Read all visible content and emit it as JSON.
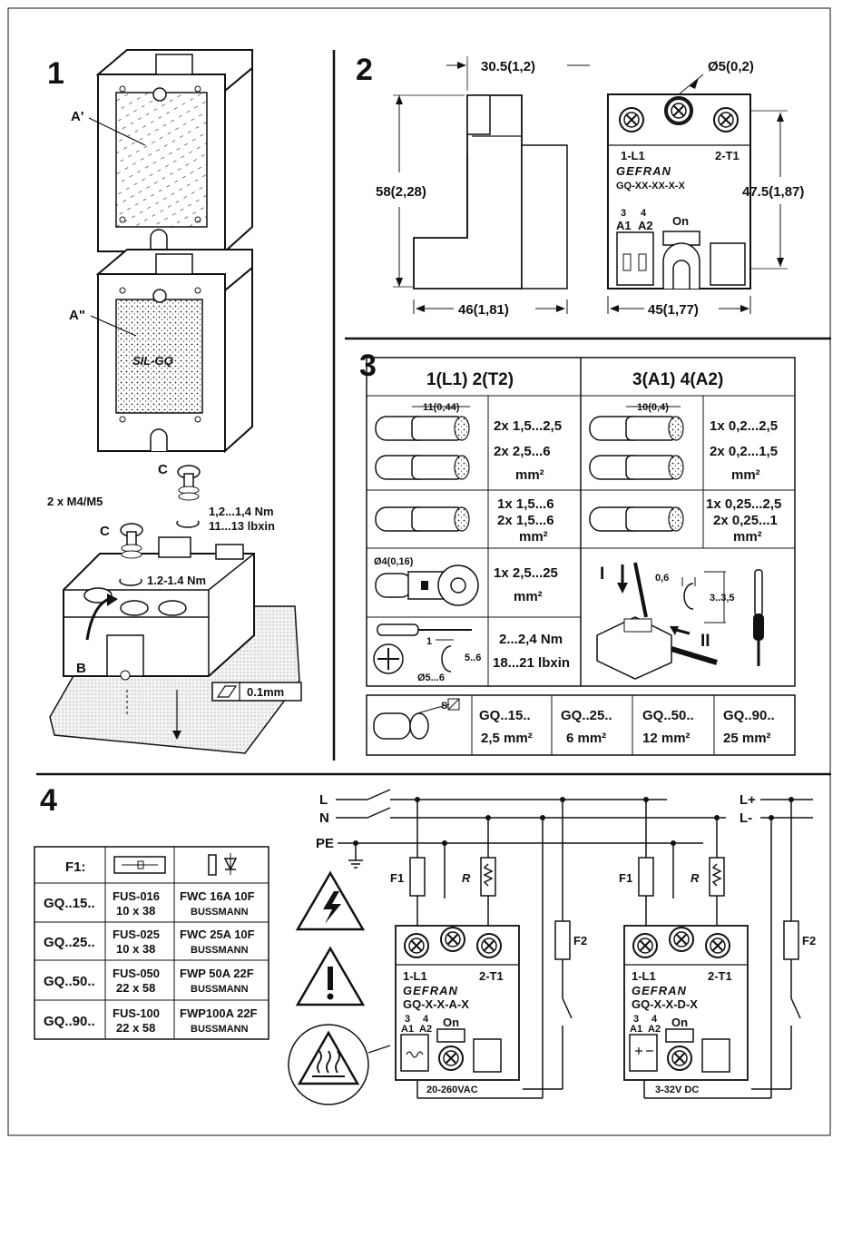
{
  "sections": {
    "s1": {
      "number": "1",
      "labels": {
        "a_prime": "A'",
        "a_dblprime": "A\"",
        "sil": "SIL-GQ",
        "c_top": "C",
        "c_left": "C",
        "screws": "2 x M4/M5",
        "torque_nm": "1,2...1,4 Nm",
        "torque_lbin": "11...13 lbxin",
        "torque_small": "1.2-1.4 Nm",
        "b": "B",
        "flatness": "0.1mm"
      }
    },
    "s2": {
      "number": "2",
      "dims": {
        "top_width": "30.5(1,2)",
        "height": "58(2,28)",
        "bottom_width": "46(1,81)",
        "hole": "Ø5(0,2)",
        "right_height": "47.5(1,87)",
        "front_width": "45(1,77)"
      },
      "device": {
        "term1": "1-L1",
        "term2": "2-T1",
        "brand": "GEFRAN",
        "model": "GQ-XX-XX-X-X",
        "t3": "3",
        "t4": "4",
        "a1": "A1",
        "a2": "A2",
        "on": "On"
      }
    },
    "s3": {
      "number": "3",
      "col_left": "1(L1) 2(T2)",
      "col_right": "3(A1) 4(A2)",
      "strip_left": "11(0,44)",
      "strip_right": "10(0,4)",
      "rows": [
        {
          "left": [
            "2x 1,5...2,5",
            "2x 2,5...6",
            "mm²"
          ],
          "right": [
            "1x 0,2...2,5",
            "2x 0,2...1,5",
            "mm²"
          ]
        },
        {
          "left": [
            "1x 1,5...6",
            "2x 1,5...6",
            "mm²"
          ],
          "right": [
            "1x 0,25...2,5",
            "2x 0,25...1",
            "mm²"
          ]
        },
        {
          "left": [
            "1x 2,5...25",
            "mm²"
          ],
          "right_labels": {
            "i": "I",
            "ii": "II",
            "w": "0,6",
            "d": "3..3,5"
          }
        },
        {
          "left": [
            "2...2,4 Nm",
            "18...21 lbxin"
          ]
        }
      ],
      "ring": "Ø4(0,16)",
      "screwdriver": {
        "one": "1",
        "depth": "5..6",
        "dia": "Ø5...6"
      },
      "s_label": "S",
      "sections": [
        {
          "name": "GQ..15..",
          "size": "2,5 mm²"
        },
        {
          "name": "GQ..25..",
          "size": "6 mm²"
        },
        {
          "name": "GQ..50..",
          "size": "12 mm²"
        },
        {
          "name": "GQ..90..",
          "size": "25 mm²"
        }
      ]
    },
    "s4": {
      "number": "4",
      "fuse_header": "F1:",
      "fuse_rows": [
        {
          "model": "GQ..15..",
          "fus": "FUS-016",
          "size": "10 x 38",
          "fwc": "FWC 16A 10F",
          "brand": "BUSSMANN"
        },
        {
          "model": "GQ..25..",
          "fus": "FUS-025",
          "size": "10 x 38",
          "fwc": "FWC 25A 10F",
          "brand": "BUSSMANN"
        },
        {
          "model": "GQ..50..",
          "fus": "FUS-050",
          "size": "22 x 58",
          "fwc": "FWP 50A 22F",
          "brand": "BUSSMANN"
        },
        {
          "model": "GQ..90..",
          "fus": "FUS-100",
          "size": "22 x 58",
          "fwc": "FWP100A 22F",
          "brand": "BUSSMANN"
        }
      ],
      "lines": {
        "l": "L",
        "n": "N",
        "pe": "PE",
        "lp": "L+",
        "lm": "L-"
      },
      "f1": "F1",
      "f2": "F2",
      "r": "R",
      "device_ac": {
        "t1": "1-L1",
        "t2": "2-T1",
        "brand": "GEFRAN",
        "model": "GQ-X-X-A-X",
        "t3": "3",
        "t4": "4",
        "a1": "A1",
        "a2": "A2",
        "on": "On",
        "supply": "20-260VAC"
      },
      "device_dc": {
        "t1": "1-L1",
        "t2": "2-T1",
        "brand": "GEFRAN",
        "model": "GQ-X-X-D-X",
        "t3": "3",
        "t4": "4",
        "a1": "A1",
        "a2": "A2",
        "on": "On",
        "supply": "3-32V DC"
      }
    }
  }
}
